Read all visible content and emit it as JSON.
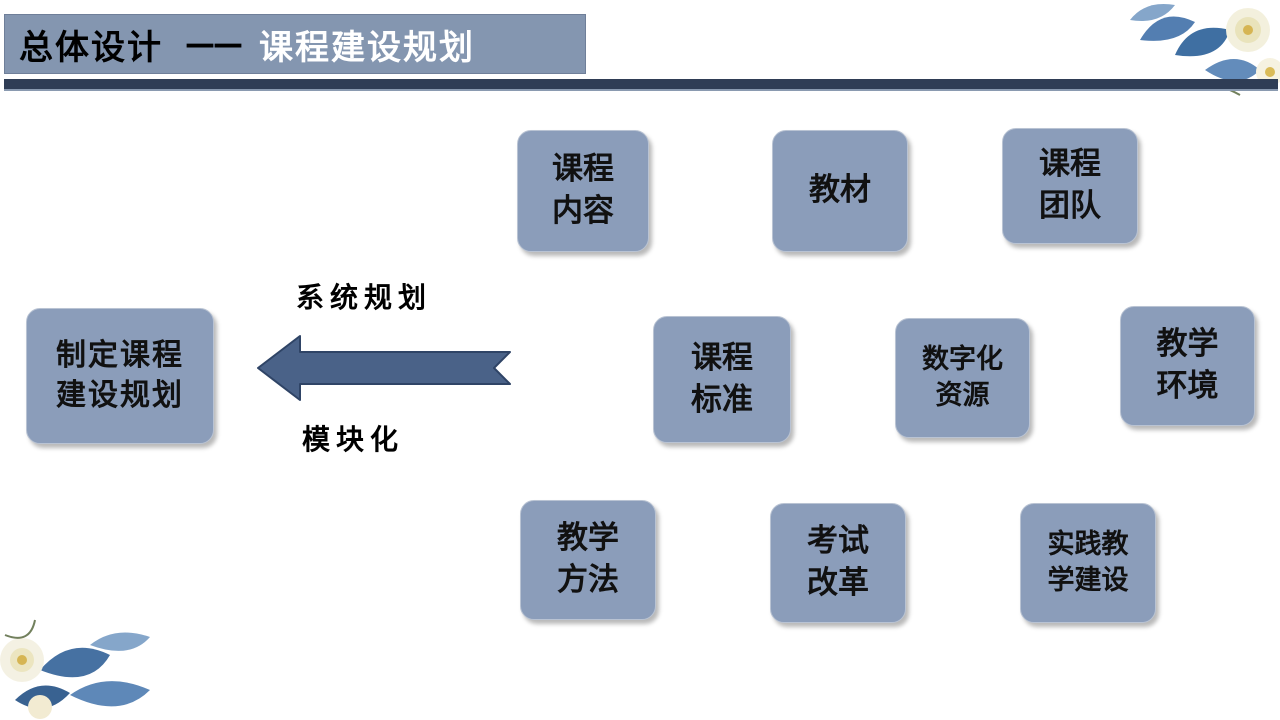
{
  "header": {
    "title_left": "总体设计",
    "title_dash": "——",
    "title_right": "课程建设规划"
  },
  "main_node": {
    "line1": "制定课程",
    "line2": "建设规划"
  },
  "arrow_labels": {
    "top": "系统规划",
    "bottom": "模块化"
  },
  "components": [
    {
      "line1": "课程",
      "line2": "内容"
    },
    {
      "line1": "教材",
      "line2": ""
    },
    {
      "line1": "课程",
      "line2": "团队"
    },
    {
      "line1": "课程",
      "line2": "标准"
    },
    {
      "line1": "数字化",
      "line2": "资源"
    },
    {
      "line1": "教学",
      "line2": "环境"
    },
    {
      "line1": "教学",
      "line2": "方法"
    },
    {
      "line1": "考试",
      "line2": "改革"
    },
    {
      "line1": "实践教",
      "line2": "学建设"
    }
  ],
  "colors": {
    "title_bg": "#8496b0",
    "rule": "#2f3d55",
    "node_fill": "#8b9dba",
    "arrow_fill": "#4a6288",
    "flower_blue": "#3d6a9e"
  }
}
